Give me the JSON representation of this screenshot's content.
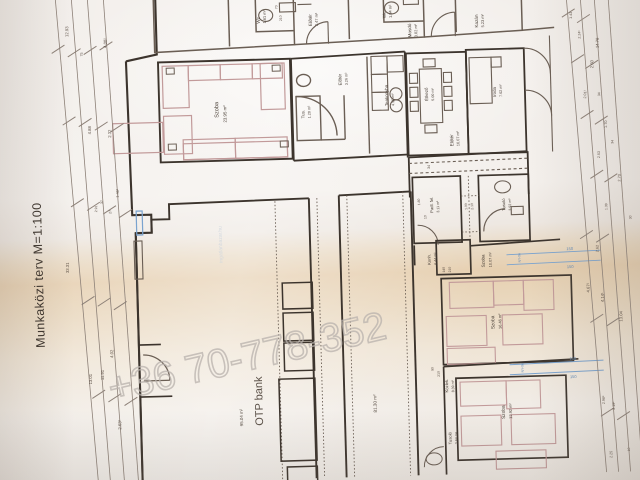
{
  "document": {
    "type": "architectural-floor-plan-photo",
    "title": "Munkaközi terv M=1:100",
    "language": "hu"
  },
  "watermark": {
    "phone": "+36 70-778-352",
    "faint_vertical": "ingatlanbazar.hu"
  },
  "rooms": [
    {
      "name": "Wc",
      "area": "1.61 m²"
    },
    {
      "name": "Előtér",
      "area": "2.47 m²"
    },
    {
      "name": "Wc",
      "area": "1.84 m²"
    },
    {
      "name": "Mosdó",
      "area": "3.02 m²"
    },
    {
      "name": "Kazán",
      "area": "5.23 m²"
    },
    {
      "name": "Szoba",
      "area": "23.95 m²"
    },
    {
      "name": "Előtér",
      "area": "3.26 m²"
    },
    {
      "name": "Tus.",
      "area": "1.20 m²"
    },
    {
      "name": "Teakonyha",
      "area": "4.95 m²"
    },
    {
      "name": "Étkező",
      "area": "5.00 m²"
    },
    {
      "name": "Iroda",
      "area": "7.02 m²"
    },
    {
      "name": "Előtér",
      "area": "16.07 m²"
    },
    {
      "name": "Padl. fel.",
      "area": "3.11 m²"
    },
    {
      "name": "Tusoló",
      "area": "3.92 m²"
    },
    {
      "name": "Konh.",
      "area": "6.44 m²"
    },
    {
      "name": "Szoba",
      "area": "10.07 m²"
    },
    {
      "name": "Szoba",
      "area": "16.46 m²"
    },
    {
      "name": "Közlek.",
      "area": "8.39 m²"
    },
    {
      "name": "Szoba",
      "area": "12.92 m²"
    },
    {
      "name": "Tusoló",
      "area": "3.64 m²"
    }
  ],
  "large_areas": [
    {
      "name": "OTP bank",
      "area": "95.04 m²"
    },
    {
      "name": "",
      "area": "81.30 m²"
    }
  ],
  "dimensions": {
    "left": [
      "12.93",
      "4.00²",
      "75",
      "4.88",
      "2.32",
      "1.46²",
      "37",
      "27",
      "2.91",
      "33.31",
      "13.01",
      "11.91",
      "4.02",
      "2.63²"
    ],
    "right": [
      "14.78",
      "1.43",
      "2.24¹",
      "2.60",
      "34",
      "2.01¹",
      "1.70",
      "34",
      "2.63",
      "2.70",
      "1.39",
      "30",
      "2.62",
      "4.67¹",
      "4.14¹",
      "13.04",
      "2.98⁸",
      "3.19²",
      "2.25",
      "10"
    ],
    "door_codes": [
      "210",
      "140",
      "1.80",
      "1.00",
      "2.10",
      "90",
      "150"
    ]
  },
  "colors": {
    "paper": "#f1ece6",
    "paper_shadow": "#e6cfb0",
    "ink_dark": "#3c342d",
    "ink_mid": "#6a5e54",
    "ink_pink": "#c29a9a",
    "ink_blue": "#7aa3cf",
    "watermark": "#b9b2ad"
  }
}
